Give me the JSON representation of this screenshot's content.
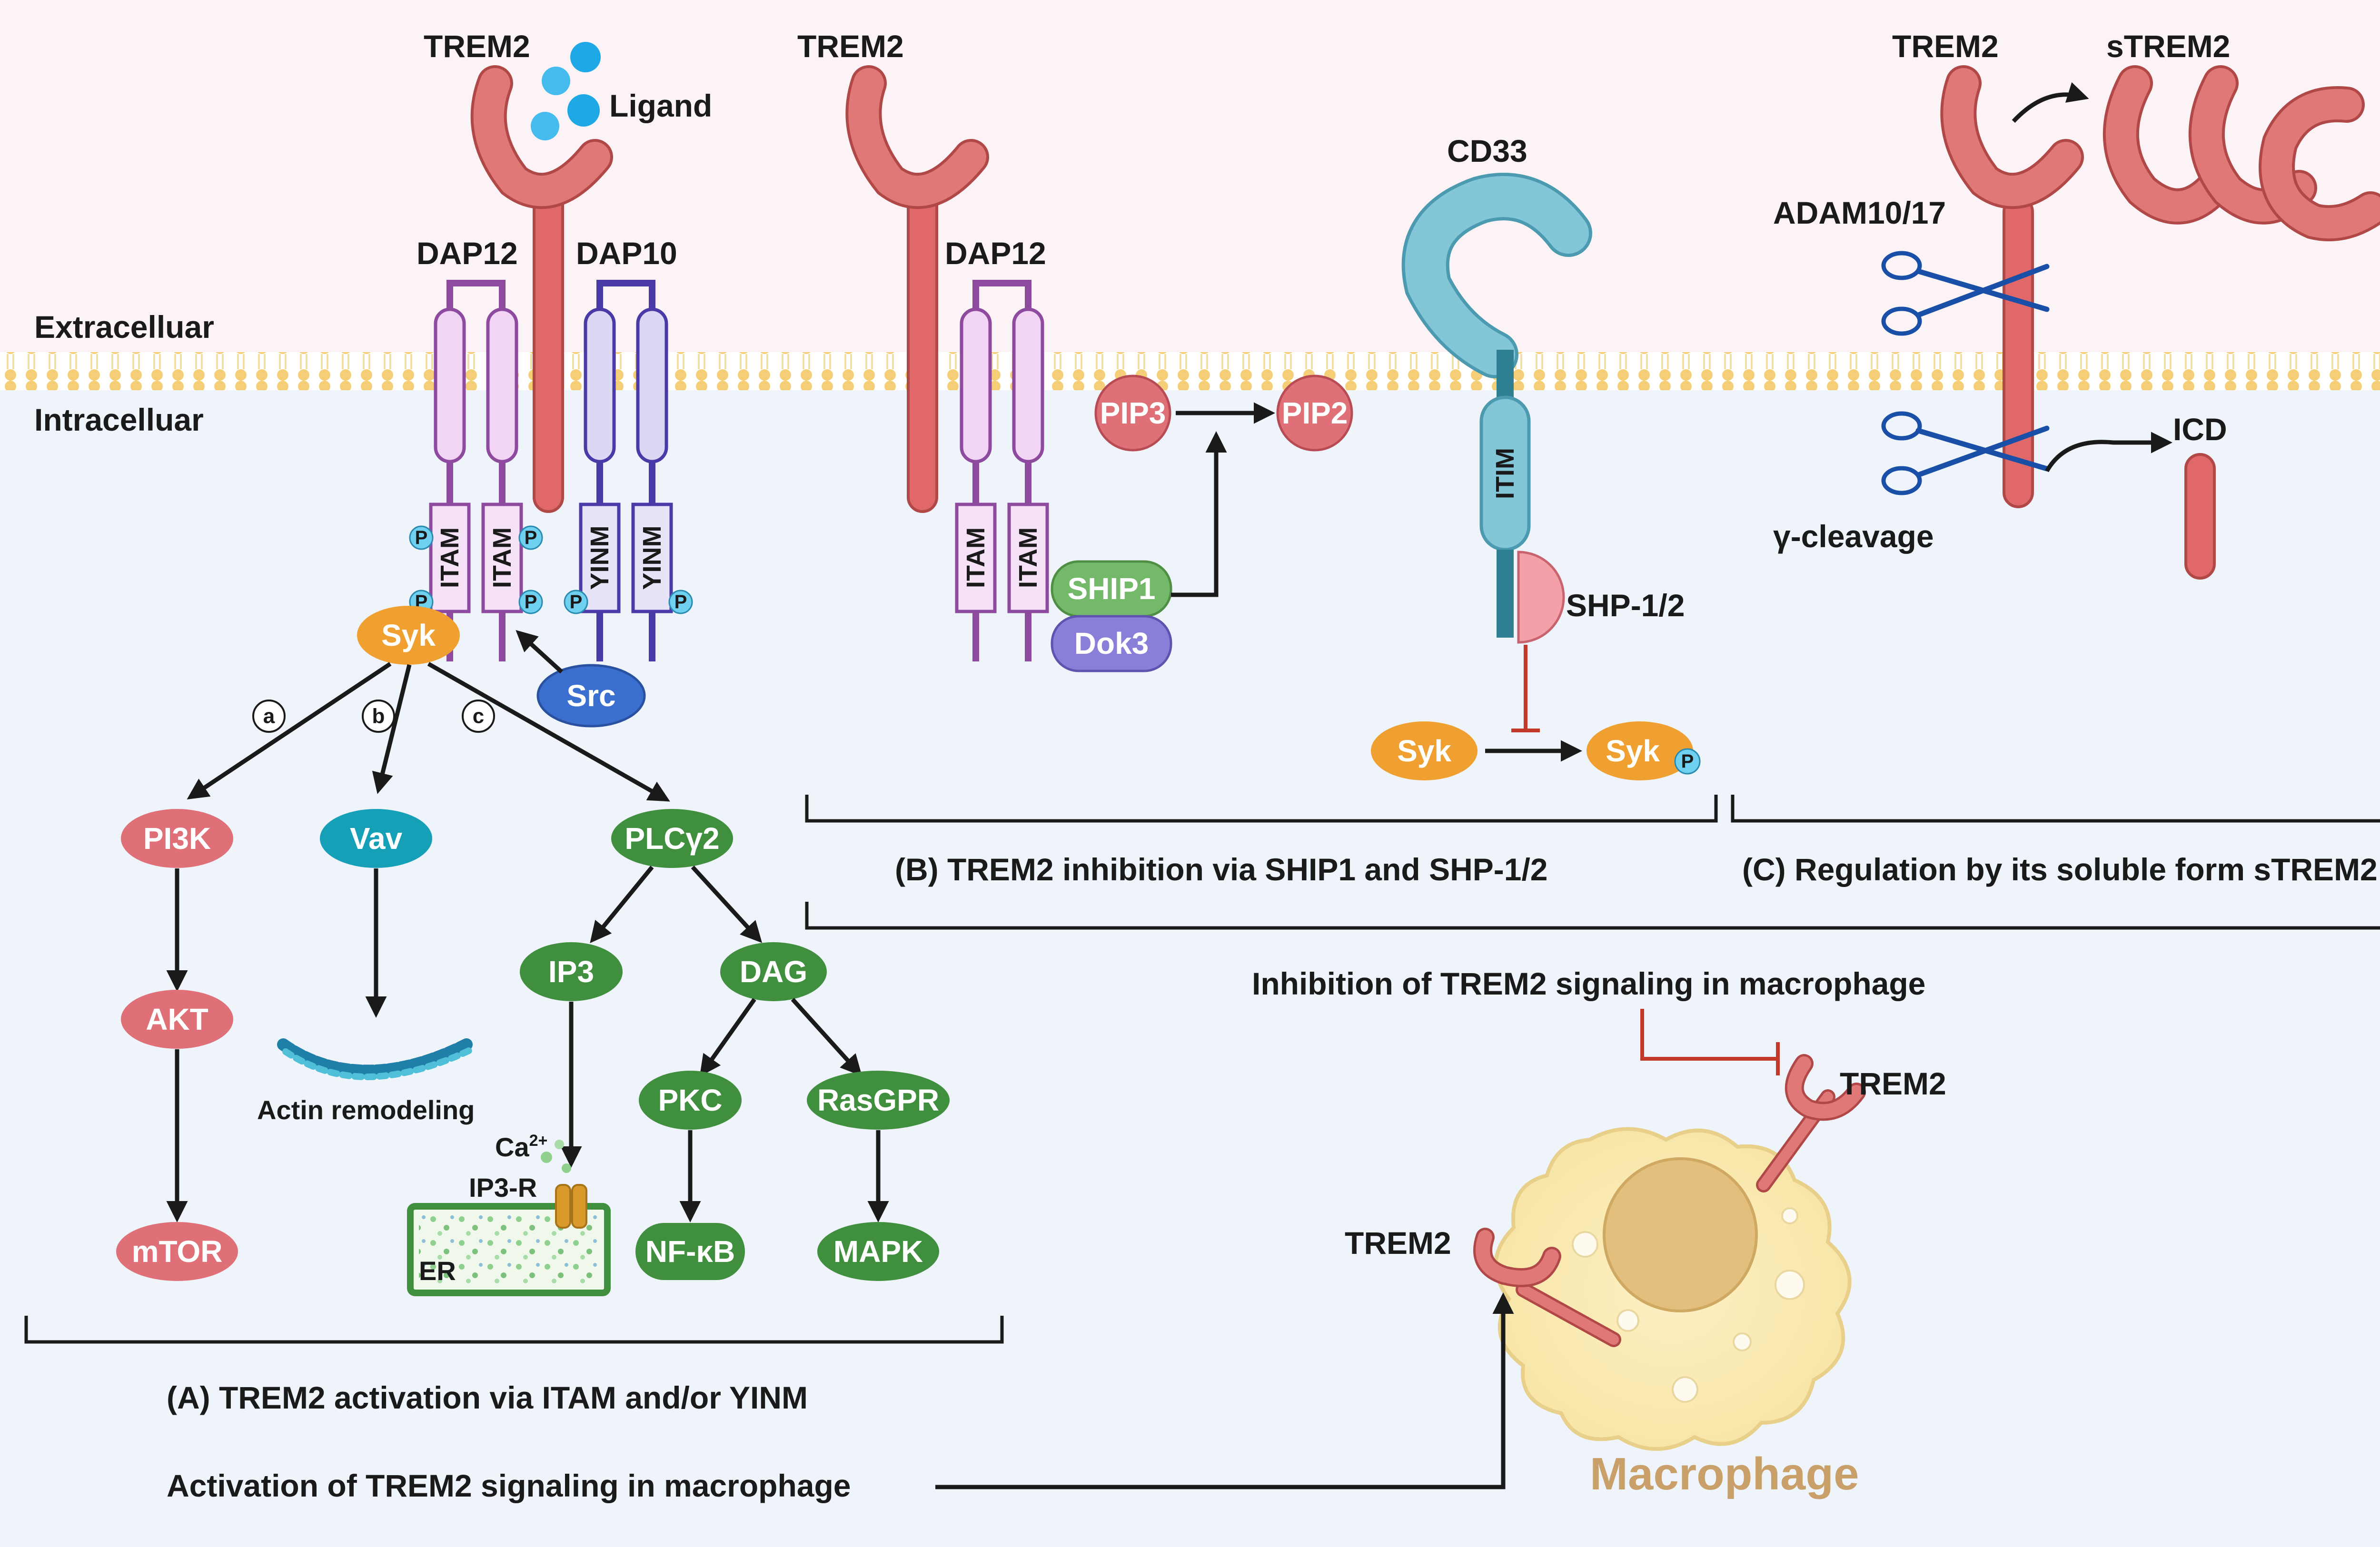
{
  "compartments": {
    "extracellular": "Extracelluar",
    "intracellular": "Intracelluar"
  },
  "panel_a": {
    "trem2": "TREM2",
    "ligand": "Ligand",
    "dap12": "DAP12",
    "dap10": "DAP10",
    "itam": "ITAM",
    "yinm": "YINM",
    "phospho": "P",
    "syk": "Syk",
    "src": "Src",
    "branch_a": "a",
    "branch_b": "b",
    "branch_c": "c",
    "pi3k": "PI3K",
    "akt": "AKT",
    "mtor": "mTOR",
    "vav": "Vav",
    "actin": "Actin remodeling",
    "plcg2": "PLCγ2",
    "ip3": "IP3",
    "dag": "DAG",
    "calcium": "Ca",
    "calcium_charge": "2+",
    "ip3r": "IP3-R",
    "er": "ER",
    "pkc": "PKC",
    "rasgpr": "RasGPR",
    "nfkb": "NF-κB",
    "mapk": "MAPK",
    "caption": "(A) TREM2 activation via ITAM and/or YINM"
  },
  "panel_b": {
    "trem2": "TREM2",
    "dap12": "DAP12",
    "itam": "ITAM",
    "pip3": "PIP3",
    "pip2": "PIP2",
    "ship1": "SHIP1",
    "dok3": "Dok3",
    "cd33": "CD33",
    "itim": "ITIM",
    "shp": "SHP-1/2",
    "syk": "Syk",
    "phospho": "P",
    "caption": "(B) TREM2 inhibition via SHIP1 and SHP-1/2"
  },
  "panel_c": {
    "trem2": "TREM2",
    "strem2": "sTREM2",
    "adam": "ADAM10/17",
    "icd": "ICD",
    "gamma": "γ-cleavage",
    "caption": "(C) Regulation by its soluble form sTREM2"
  },
  "macrophage": {
    "inhibition_title": "Inhibition of TREM2 signaling in macrophage",
    "activation_title": "Activation of TREM2 signaling in macrophage",
    "trem2_top": "TREM2",
    "trem2_left": "TREM2",
    "label": "Macrophage"
  },
  "colors": {
    "trem2": "#e07070",
    "dap12": "#8e4a9e",
    "dap10": "#4a3aa8",
    "syk": "#f0a030",
    "src": "#3a6fd0",
    "pi3k_family": "#e07078",
    "vav": "#16a0b8",
    "plc_family": "#3f8f3f",
    "ship1": "#74b86a",
    "dok3": "#8a7fd8",
    "cd33": "#7cc2d4",
    "shp": "#f4a0a8",
    "phospho": "#6fd0f0",
    "membrane": "#f5d27c",
    "macrophage_label": "#c9a06a"
  },
  "icons": {
    "ligand": "ligand-circles",
    "scissors": "scissors-icon",
    "actin": "actin-filament-icon",
    "er": "endoplasmic-reticulum-icon"
  }
}
